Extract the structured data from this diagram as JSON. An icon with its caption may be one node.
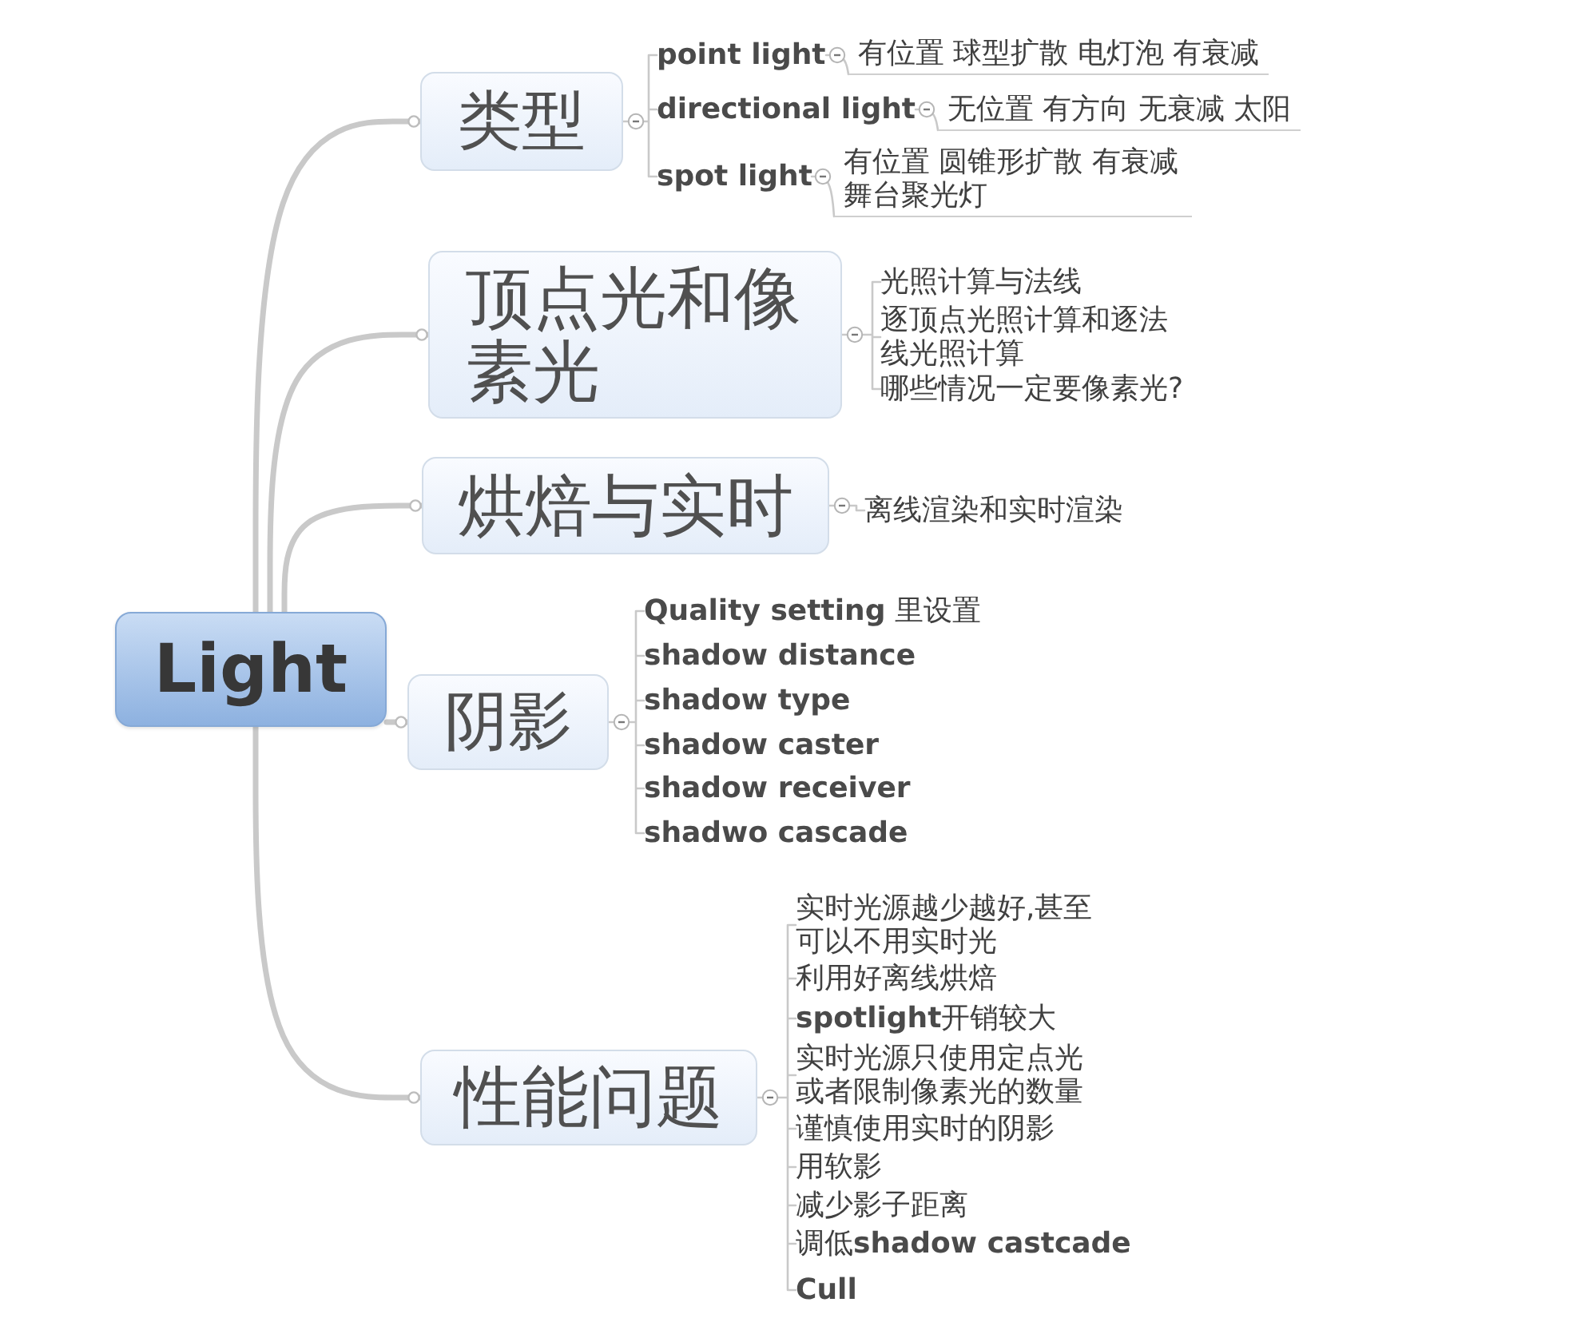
{
  "diagram": {
    "nodes": [
      {
        "text": [
          "Light"
        ]
      },
      {
        "text": [
          "类型"
        ]
      },
      {
        "text": [
          "point light"
        ]
      },
      {
        "text": [
          "有位置 球型扩散 电灯泡 有衰减"
        ]
      },
      {
        "text": [
          "directional light"
        ]
      },
      {
        "text": [
          "无位置 有方向 无衰减 太阳"
        ]
      },
      {
        "text": [
          "spot light"
        ]
      },
      {
        "text": [
          "有位置 圆锥形扩散 有衰减舞台聚光灯"
        ]
      },
      {
        "text": [
          "顶点光和像素光"
        ]
      },
      {
        "text": [
          "光照计算与法线"
        ]
      },
      {
        "text": [
          "逐顶点光照计算和逐法线光照计算"
        ]
      },
      {
        "text": [
          "哪些情况一定要像素光?"
        ]
      },
      {
        "text": [
          "烘焙与实时"
        ]
      },
      {
        "text": [
          "离线渲染和实时渲染"
        ]
      },
      {
        "text": [
          "阴影"
        ]
      },
      {
        "text": [
          "**Quality setting** 里设置"
        ]
      },
      {
        "text": [
          "shadow distance"
        ]
      },
      {
        "text": [
          "shadow type"
        ]
      },
      {
        "text": [
          "shadow caster"
        ]
      },
      {
        "text": [
          "shadow receiver"
        ]
      },
      {
        "text": [
          "shadwo cascade"
        ]
      },
      {
        "text": [
          "性能问题"
        ]
      },
      {
        "text": [
          "实时光源越少越好,甚至可以不用实时光"
        ]
      },
      {
        "text": [
          "利用好离线烘焙"
        ]
      },
      {
        "text": [
          "**spotlight**开销较大"
        ]
      },
      {
        "text": [
          "实时光源只使用定点光或者限制像素光的数量"
        ]
      },
      {
        "text": [
          "谨慎使用实时的阴影"
        ]
      },
      {
        "text": [
          "用软影"
        ]
      },
      {
        "text": [
          "减少影子距离"
        ]
      },
      {
        "text": [
          "调低**shadow castcade**"
        ]
      },
      {
        "text": [
          "Cull"
        ]
      }
    ],
    "edges": [
      {
        "from": 0,
        "to": 1,
        "arrow": "none",
        "style": "thick"
      },
      {
        "from": 0,
        "to": 8,
        "arrow": "none",
        "style": "thick"
      },
      {
        "from": 0,
        "to": 12,
        "arrow": "none",
        "style": "thick"
      },
      {
        "from": 0,
        "to": 14,
        "arrow": "none",
        "style": "thick"
      },
      {
        "from": 0,
        "to": 21,
        "arrow": "none",
        "style": "thick"
      },
      {
        "from": 1,
        "to": 2,
        "arrow": "none"
      },
      {
        "from": 1,
        "to": 4,
        "arrow": "none"
      },
      {
        "from": 1,
        "to": 6,
        "arrow": "none"
      },
      {
        "from": 2,
        "to": 3,
        "arrow": "none"
      },
      {
        "from": 4,
        "to": 5,
        "arrow": "none"
      },
      {
        "from": 6,
        "to": 7,
        "arrow": "none"
      },
      {
        "from": 8,
        "to": 9,
        "arrow": "none"
      },
      {
        "from": 8,
        "to": 10,
        "arrow": "none"
      },
      {
        "from": 8,
        "to": 11,
        "arrow": "none"
      },
      {
        "from": 12,
        "to": 13,
        "arrow": "none"
      },
      {
        "from": 14,
        "to": 15,
        "arrow": "none"
      },
      {
        "from": 14,
        "to": 16,
        "arrow": "none"
      },
      {
        "from": 14,
        "to": 17,
        "arrow": "none"
      },
      {
        "from": 14,
        "to": 18,
        "arrow": "none"
      },
      {
        "from": 14,
        "to": 19,
        "arrow": "none"
      },
      {
        "from": 14,
        "to": 20,
        "arrow": "none"
      },
      {
        "from": 21,
        "to": 22,
        "arrow": "none"
      },
      {
        "from": 21,
        "to": 23,
        "arrow": "none"
      },
      {
        "from": 21,
        "to": 24,
        "arrow": "none"
      },
      {
        "from": 21,
        "to": 25,
        "arrow": "none"
      },
      {
        "from": 21,
        "to": 26,
        "arrow": "none"
      },
      {
        "from": 21,
        "to": 27,
        "arrow": "none"
      },
      {
        "from": 21,
        "to": 28,
        "arrow": "none"
      },
      {
        "from": 21,
        "to": 29,
        "arrow": "none"
      },
      {
        "from": 21,
        "to": 30,
        "arrow": "none"
      }
    ]
  }
}
